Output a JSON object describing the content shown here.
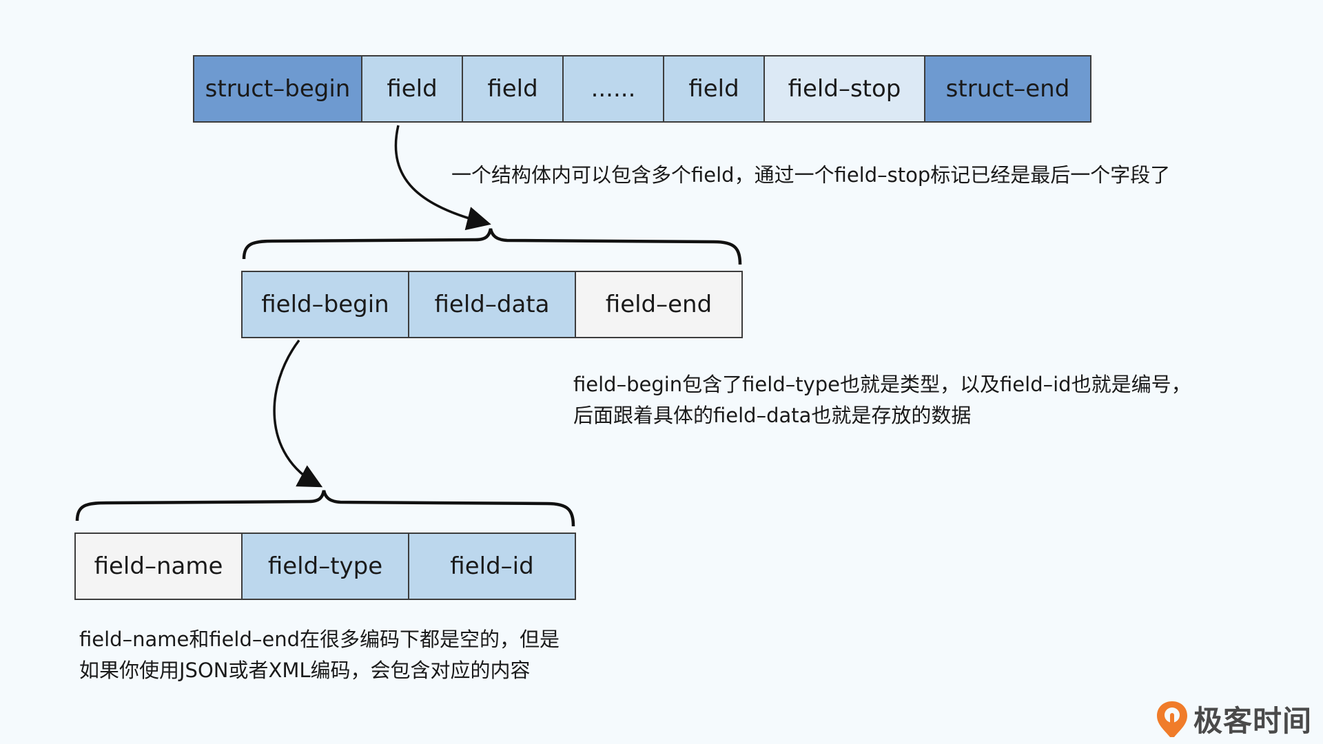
{
  "struct_row": [
    "struct–begin",
    "field",
    "field",
    "......",
    "field",
    "field–stop",
    "struct–end"
  ],
  "field_row": [
    "field–begin",
    "field–data",
    "field–end"
  ],
  "begin_row": [
    "field–name",
    "field–type",
    "field–id"
  ],
  "notes": {
    "struct": "一个结构体内可以包含多个field，通过一个field–stop标记已经是最后一个字段了",
    "field_line1": "field–begin包含了field–type也就是类型，以及field–id也就是编号，",
    "field_line2": "后面跟着具体的field–data也就是存放的数据",
    "begin_line1": "field–name和field–end在很多编码下都是空的，但是",
    "begin_line2": "如果你使用JSON或者XML编码，会包含对应的内容"
  },
  "logo": {
    "text": "极客时间",
    "icon": "geektime-logo-icon",
    "color": "#f07c2a"
  },
  "colors": {
    "dark": "#6e9ad0",
    "mid": "#bcd7ed",
    "pale": "#dce9f5",
    "white": "#f4f4f4",
    "background": "#f5fafd"
  }
}
